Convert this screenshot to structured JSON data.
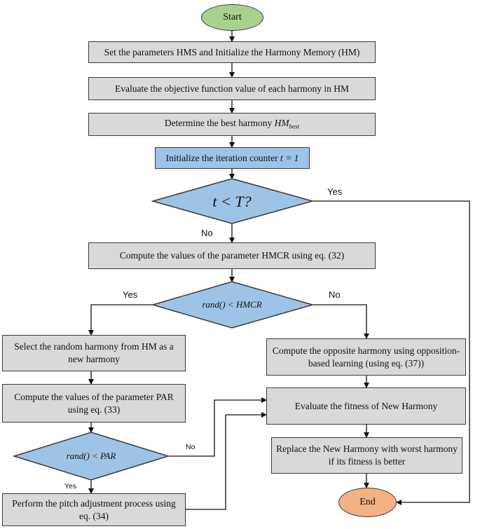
{
  "nodes": {
    "start": "Start",
    "set_params": "Set the parameters HMS and Initialize the Harmony Memory (HM)",
    "evaluate_objective": "Evaluate the objective function value of each harmony in HM",
    "best_prefix": "Determine the best harmony",
    "best_hm": "HM",
    "best_sub": "best",
    "init_prefix": "Initialize the iteration counter",
    "init_expr": "t = 1",
    "cond_t": "t < T?",
    "compute_hmcr": "Compute the values of the parameter HMCR using eq. (32)",
    "cond_hmcr": "rand() < HMCR",
    "select_random": "Select the random harmony from HM as a new harmony",
    "compute_opposite": "Compute the opposite harmony using opposition-based learning (using eq. (37))",
    "compute_par": "Compute the values of the parameter PAR using eq. (33)",
    "evaluate_fitness": "Evaluate the fitness of New Harmony",
    "cond_par": "rand() < PAR",
    "replace": "Replace the New Harmony with worst harmony if its fitness is better",
    "pitch_adjust": "Perform the pitch adjustment process using eq. (34)",
    "end": "End"
  },
  "labels": {
    "t_yes": "Yes",
    "t_no": "No",
    "hmcr_yes": "Yes",
    "hmcr_no": "No",
    "par_no": "No",
    "par_yes": "Yes"
  },
  "colors": {
    "process_fill": "#d9d9d9",
    "highlight_fill": "#9dc3e6",
    "decision_fill": "#9dc3e6",
    "start_fill": "#a9d18e",
    "end_fill": "#f4b183",
    "stroke": "#3a3a3a"
  }
}
